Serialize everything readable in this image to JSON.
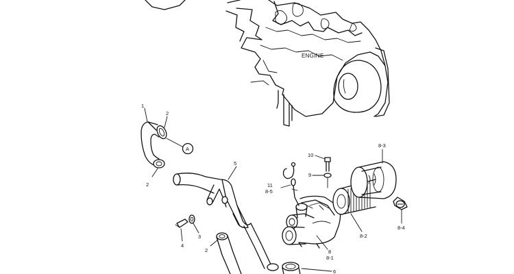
{
  "diagram": {
    "engine_label": "ENGINE",
    "callouts": {
      "p1": "1",
      "p2_top": "2",
      "p2_bottom": "2",
      "p2_lower": "2",
      "p3": "3",
      "p4": "4",
      "p5": "5",
      "p6": "6",
      "p8": "8",
      "p8_1": "8-1",
      "p8_2": "8-2",
      "p8_3": "8-3",
      "p8_4": "8-4",
      "p8_5": "8-5",
      "p9": "9",
      "p10": "10",
      "p11": "11",
      "ref_a": "A"
    }
  }
}
